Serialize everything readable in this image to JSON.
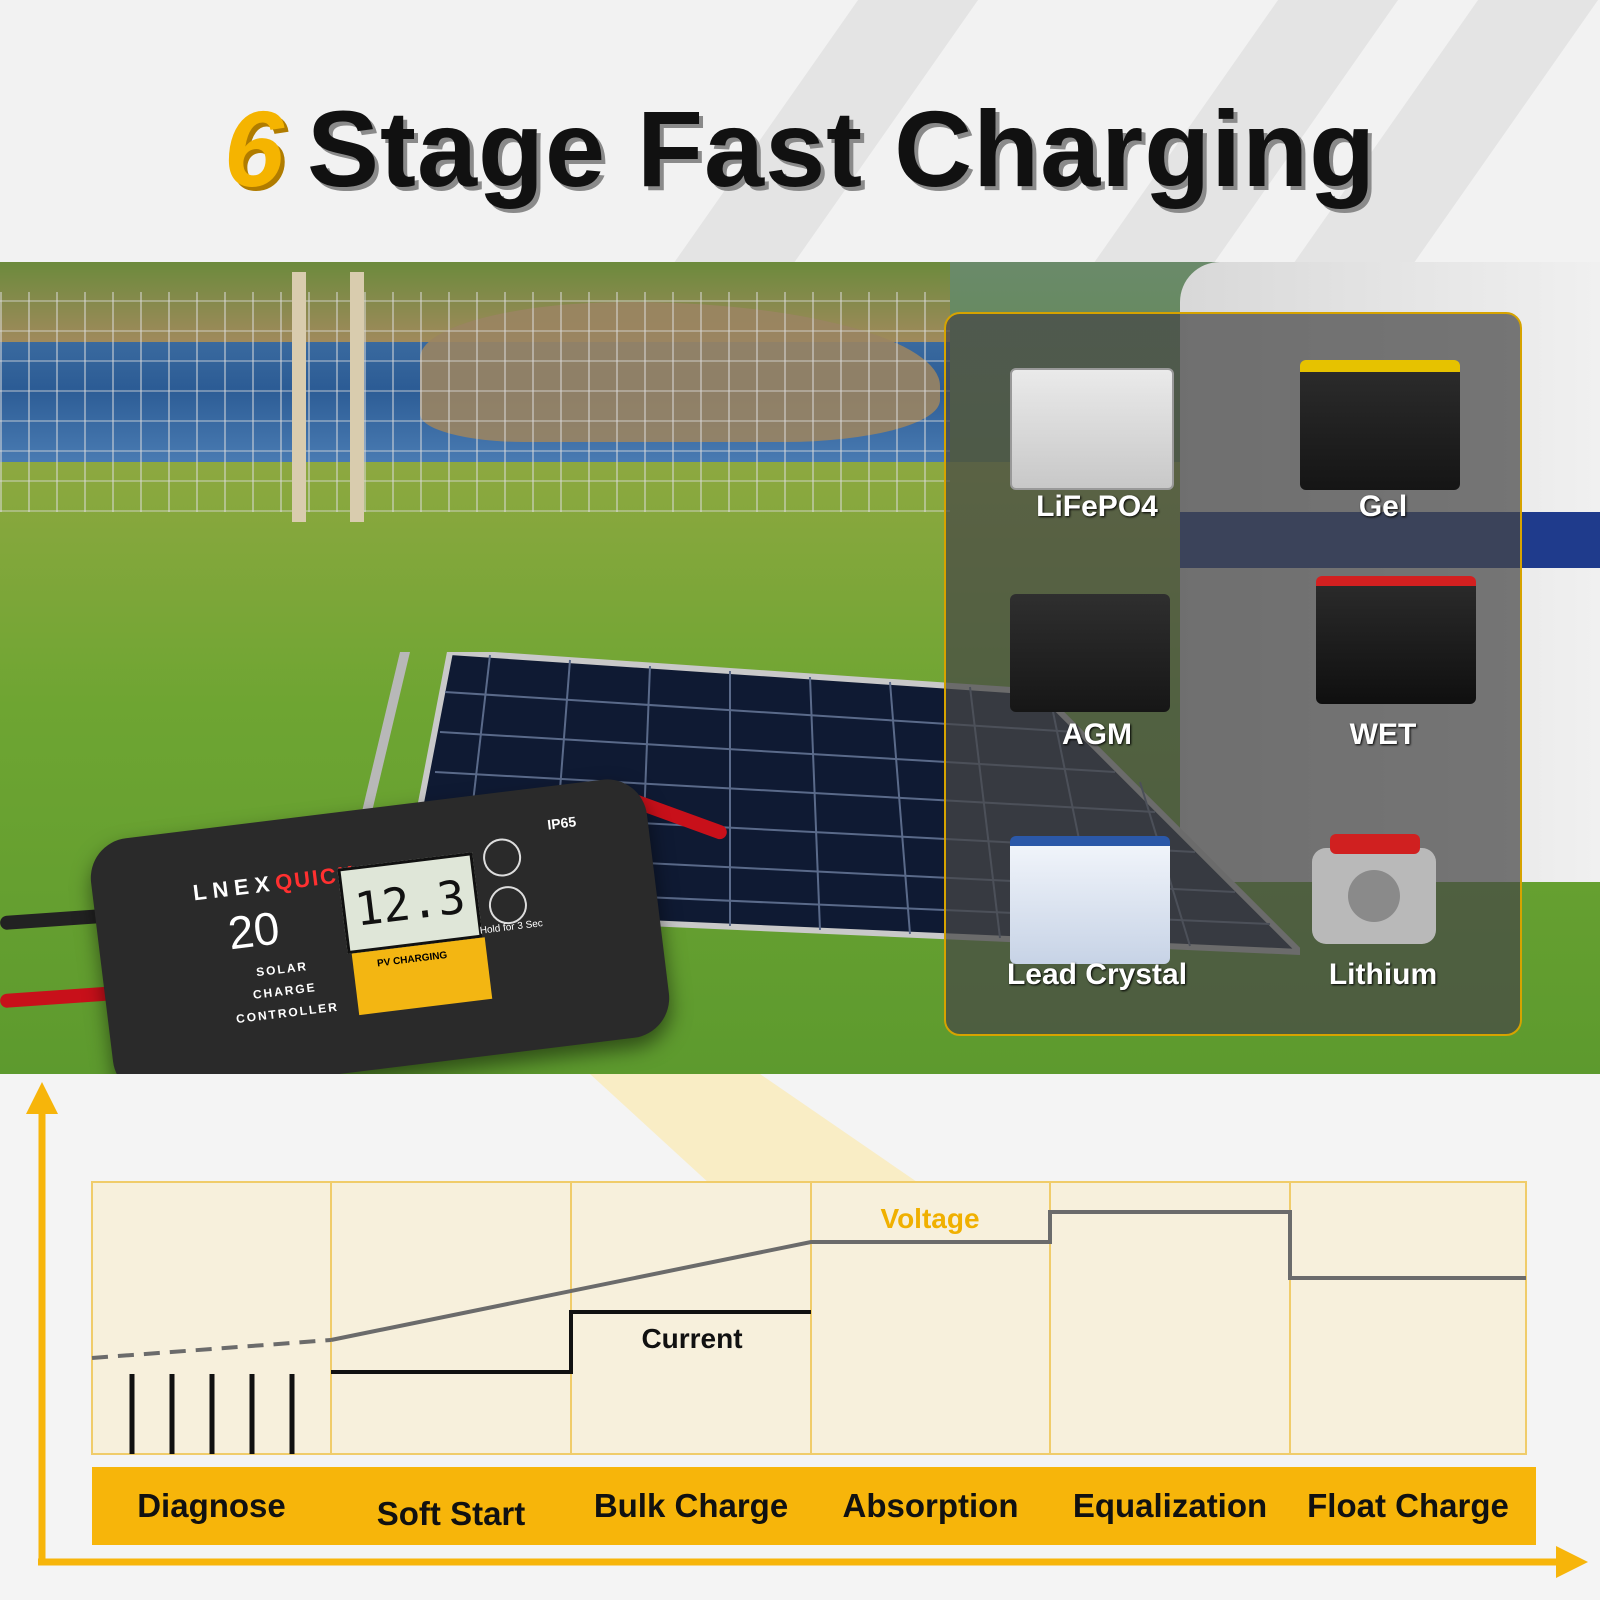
{
  "title": {
    "number": "6",
    "text": "Stage Fast Charging"
  },
  "colors": {
    "accent": "#f7b50a",
    "title_text": "#111111",
    "chart_bg": "#f7f0dc",
    "voltage_line": "#6b6b6b",
    "current_line": "#111111"
  },
  "batteries": [
    {
      "name": "LiFePO4",
      "icon": "battery-agm-gray-icon"
    },
    {
      "name": "Gel",
      "icon": "battery-car-black-icon"
    },
    {
      "name": "AGM",
      "icon": "battery-sealed-black-icon"
    },
    {
      "name": "WET",
      "icon": "battery-motorcycle-icon"
    },
    {
      "name": "Lead Crystal",
      "icon": "battery-deep-cycle-icon"
    },
    {
      "name": "Lithium",
      "icon": "battery-spiral-cell-icon"
    }
  ],
  "controller": {
    "brand_a": "LNEX",
    "brand_b": "QUICK",
    "model": "20",
    "subtitle_1": "SOLAR CHARGE",
    "subtitle_2": "CONTROLLER",
    "display": "12.3",
    "rating": "IP65",
    "status": "PV CHARGING",
    "hint": "Hold for 3 Sec"
  },
  "chart_labels": {
    "voltage": "Voltage",
    "current": "Current"
  },
  "stages": [
    "Diagnose",
    "Soft Start",
    "Bulk Charge",
    "Absorption",
    "Equalization",
    "Float Charge"
  ]
}
